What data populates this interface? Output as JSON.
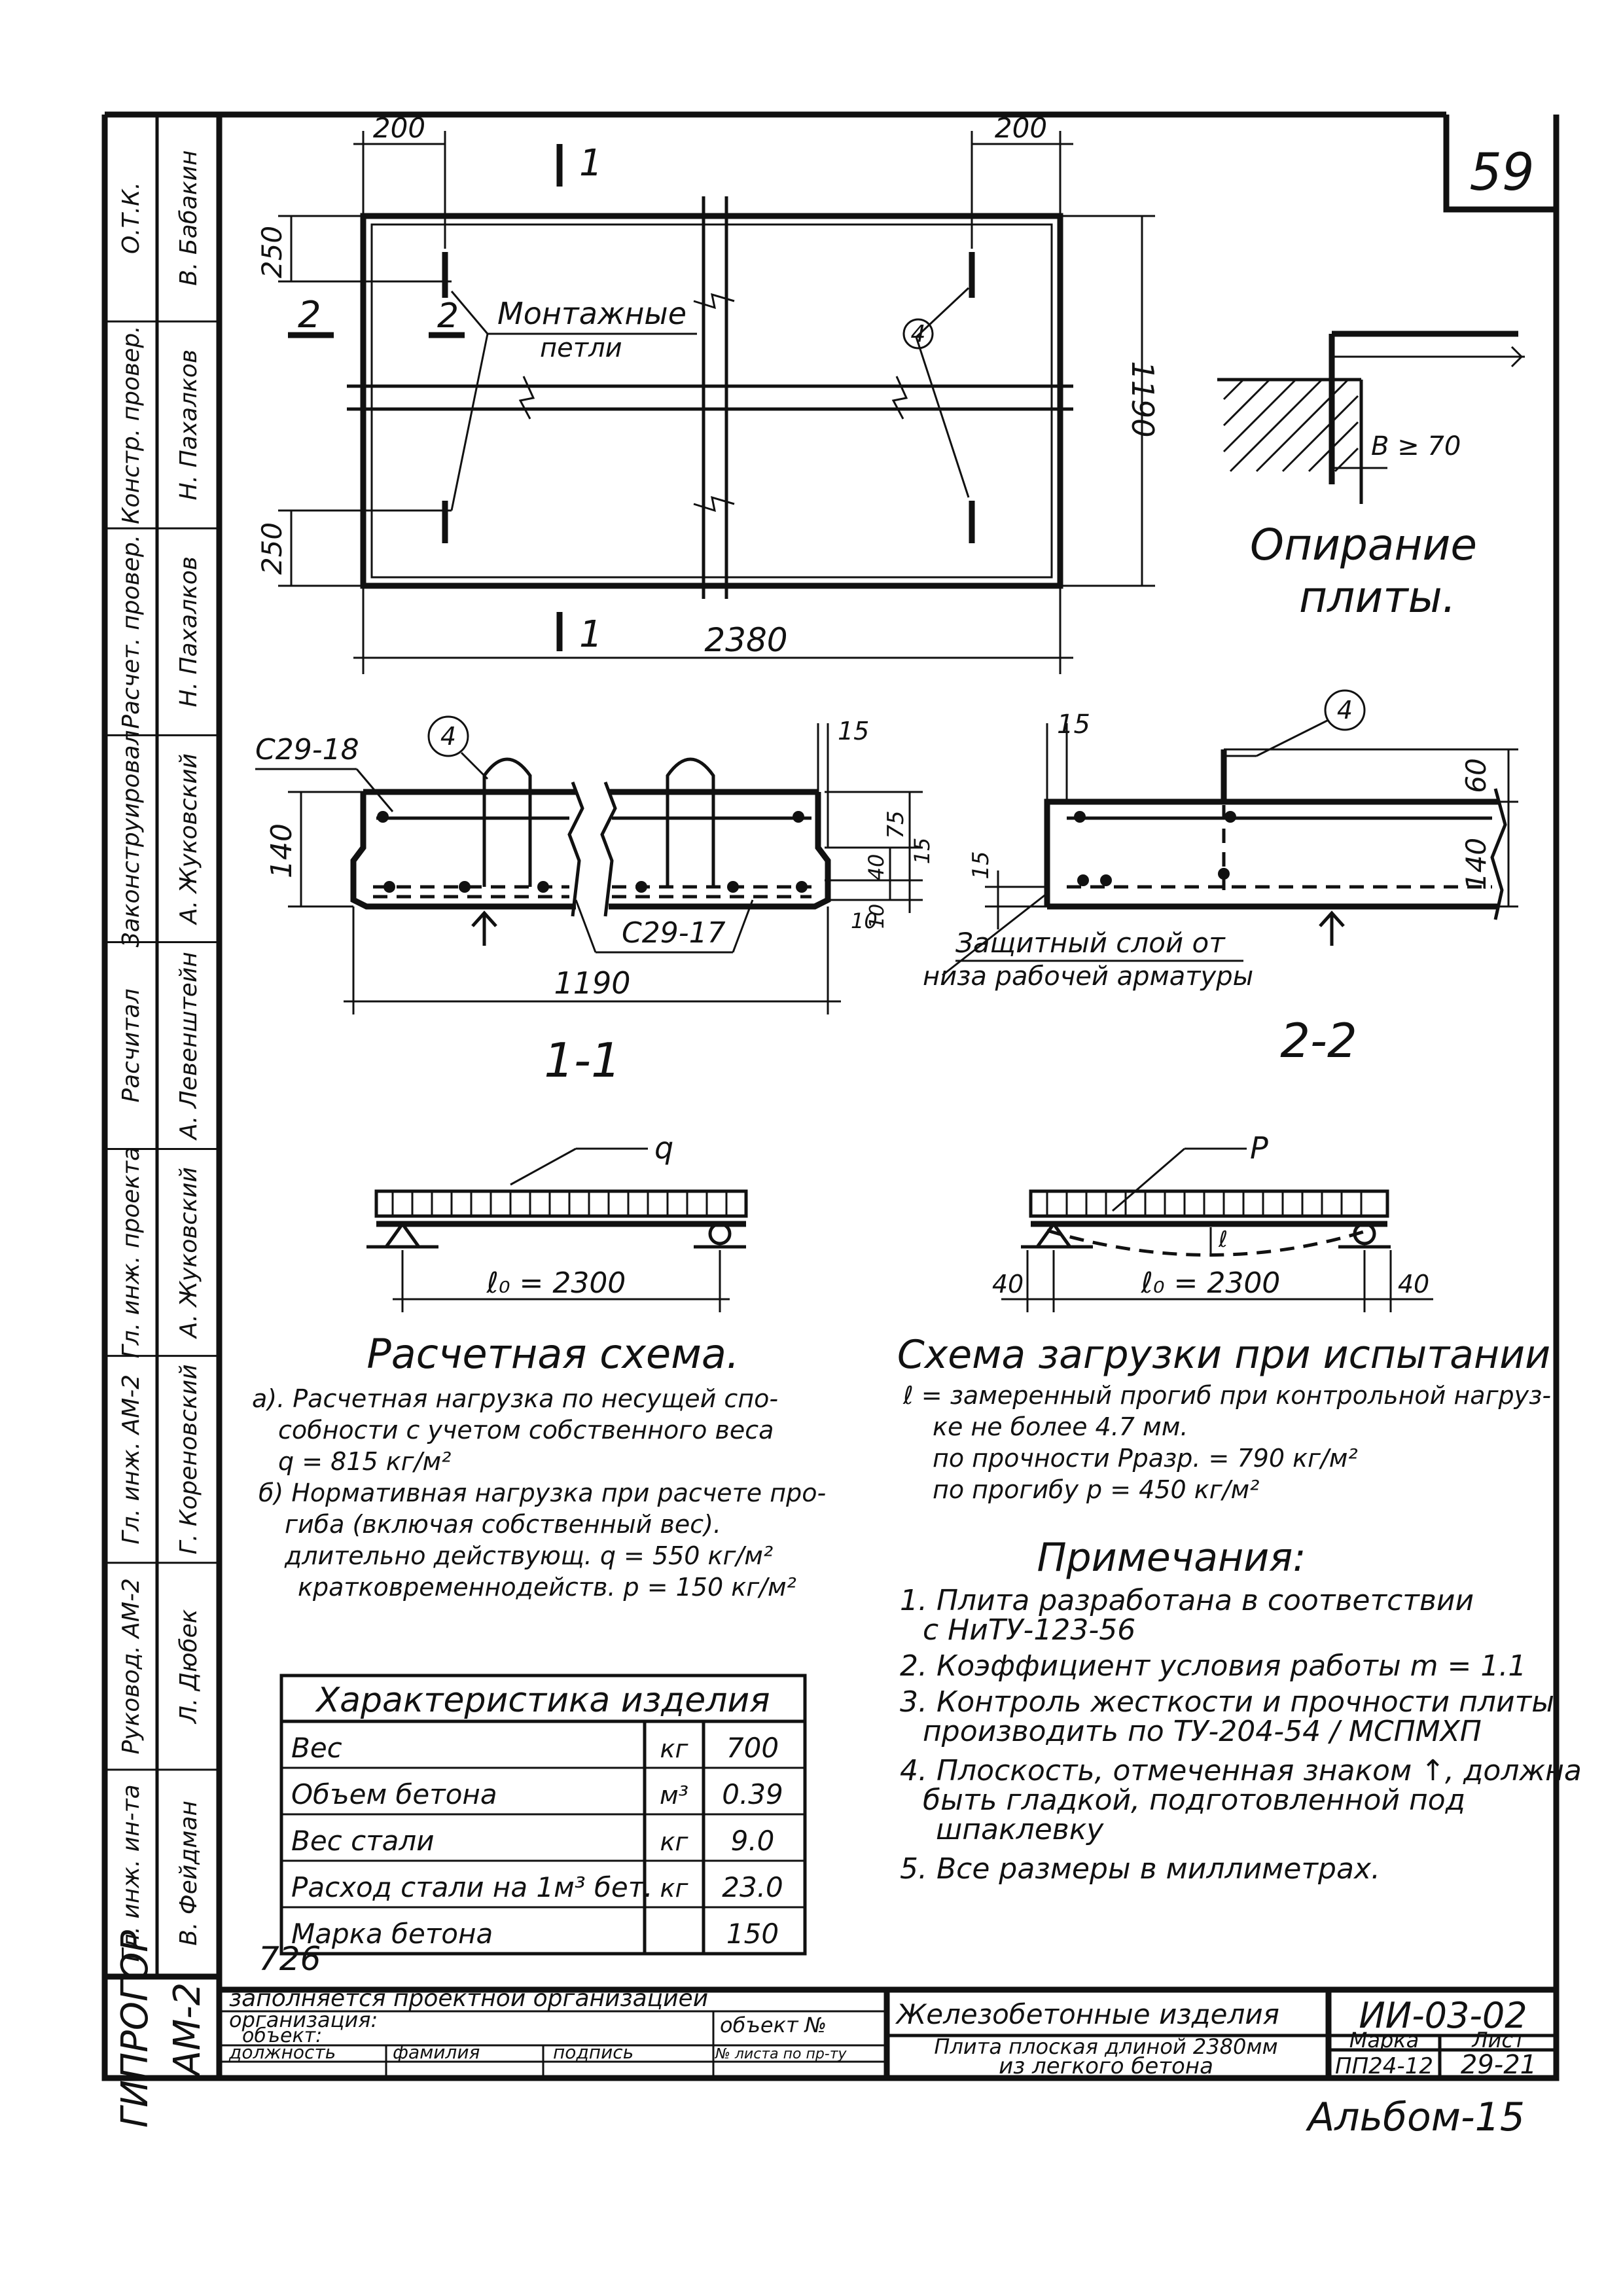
{
  "sheet_number": "59",
  "album": "Альбом-15",
  "side_stamp": [
    {
      "role": "Гл. инж. ин-та",
      "name": "В. Фейдман"
    },
    {
      "role": "Руковод. АМ-2",
      "name": "Л. Дюбек"
    },
    {
      "role": "Гл. инж. АМ-2",
      "name": "Г. Кореновский"
    },
    {
      "role": "Гл. инж. проекта",
      "name": "А. Жуковский"
    },
    {
      "role": "Расчитал",
      "name": "А. Левенштейн"
    },
    {
      "role": "Законструировал",
      "name": "А. Жуковский"
    },
    {
      "role": "Расчет. провер.",
      "name": "Н. Пахалков"
    },
    {
      "role": "Констр. провер.",
      "name": "Н. Пахалков"
    },
    {
      "role": "О.Т.К.",
      "name": "В. Бабакин"
    }
  ],
  "org_stamp": {
    "line1": "ГИПРОГОР",
    "line2": "АМ-2"
  },
  "plan": {
    "dim_top_left": "200",
    "dim_top_right": "200",
    "dim_left_top": "250",
    "dim_left_bottom": "250",
    "dim_right": "1190",
    "dim_bottom": "2380",
    "section_1_top": "1",
    "section_1_bottom": "1",
    "section_2_left": "2",
    "section_2_inner": "2",
    "loops_label_1": "Монтажные",
    "loops_label_2": "петли",
    "callout": "4"
  },
  "support": {
    "dim": "В ≥ 70",
    "title_1": "Опирание",
    "title_2": "плиты."
  },
  "sec11": {
    "c1": "С29-18",
    "c2": "С29-17",
    "callout": "4",
    "h": "140",
    "d15": "15",
    "d75": "75",
    "d40": "40",
    "d15b": "15",
    "d10a": "10",
    "d10b": "10",
    "width": "1190",
    "title": "1-1"
  },
  "sec22": {
    "d15": "15",
    "callout": "4",
    "h60": "60",
    "h140": "140",
    "d15b": "15",
    "note_1": "Защитный слой от",
    "note_2": "низа рабочей арматуры",
    "title": "2-2"
  },
  "scheme_calc": {
    "load": "q",
    "span": "ℓ₀ = 2300",
    "title": "Расчетная схема.",
    "lines": [
      "а). Расчетная нагрузка по несущей спо-",
      "собности с учетом собственного веса",
      "q = 815 кг/м²",
      "б) Нормативная нагрузка при расчете про-",
      "гиба (включая собственный вес).",
      "длительно действующ. q = 550 кг/м²",
      "кратковременнодейств. p = 150 кг/м²"
    ]
  },
  "scheme_test": {
    "load": "P",
    "defl": "ℓ",
    "span": "ℓ₀ = 2300",
    "d40a": "40",
    "d40b": "40",
    "title": "Схема загрузки при испытании",
    "lines": [
      "ℓ = замеренный прогиб при контрольной нагруз-",
      "ке не более 4.7 мм.",
      "по прочности   Pразр. = 790 кг/м²",
      "по прогибу      p =       450 кг/м²"
    ]
  },
  "characteristics": {
    "title": "Характеристика изделия",
    "rows": [
      {
        "name": "Вес",
        "unit": "кг",
        "value": "700"
      },
      {
        "name": "Объем бетона",
        "unit": "м³",
        "value": "0.39"
      },
      {
        "name": "Вес стали",
        "unit": "кг",
        "value": "9.0"
      },
      {
        "name": "Расход стали на 1м³ бет.",
        "unit": "кг",
        "value": "23.0"
      },
      {
        "name": "Марка бетона",
        "unit": "",
        "value": "150"
      }
    ]
  },
  "notes": {
    "title": "Примечания:",
    "items": [
      "1. Плита разработана в соответствии",
      "с НиТУ-123-56",
      "2. Коэффициент условия работы m = 1.1",
      "3. Контроль жесткости и прочности плиты",
      "производить по ТУ-204-54 / МСПМХП",
      "4. Плоскость, отмеченная знаком ↑, должна",
      "быть гладкой, подготовленной под",
      "шпаклевку",
      "5. Все размеры в миллиметрах."
    ]
  },
  "title_block": {
    "code_left": "726",
    "fill_note": "заполняется проектной организацией",
    "org": "организация:",
    "object": "объект:",
    "object_no": "объект №",
    "col_pos": "должность",
    "col_name": "фамилия",
    "col_sign": "подпись",
    "col_sheet": "№ листа по пр-ту",
    "product_group": "Железобетонные изделия",
    "series": "ИИ-03-02",
    "description_1": "Плита плоская длиной 2380мм",
    "description_2": "из легкого бетона",
    "mark_label": "Марка",
    "sheet_label": "Лист",
    "mark": "ПП24-12",
    "sheet": "29-21"
  }
}
